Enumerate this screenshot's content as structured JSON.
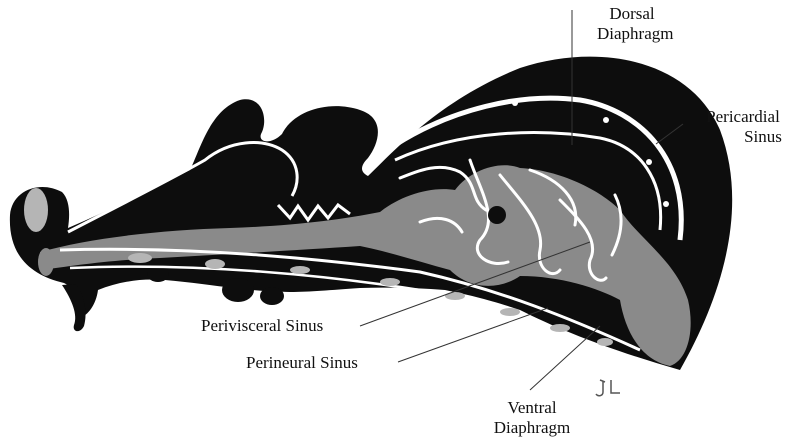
{
  "labels": {
    "dorsal_diaphragm": [
      "Dorsal",
      "Diaphragm"
    ],
    "pericardial_sinus": [
      "Pericardial",
      "Sinus"
    ],
    "perivisceral_sinus": "Perivisceral Sinus",
    "perineural_sinus": "Perineural Sinus",
    "ventral_diaphragm": [
      "Ventral",
      "Diaphragm"
    ],
    "artist_initials": "JL"
  },
  "colors": {
    "body": "#0d0d0d",
    "gut": "#8a8a8a",
    "light_tissue": "#b5b5b5",
    "membrane": "#ffffff",
    "leader_line": "#333333"
  }
}
